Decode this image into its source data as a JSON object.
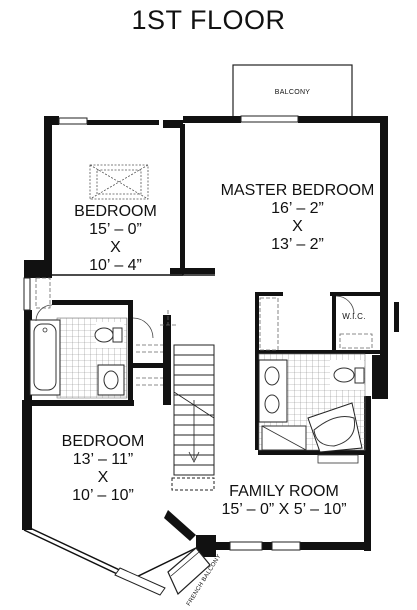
{
  "title": "1ST FLOOR",
  "rooms": {
    "balcony": "BALCONY",
    "master": {
      "name": "MASTER BEDROOM",
      "dim1": "16’ – 2”",
      "x": "X",
      "dim2": "13’ – 2”"
    },
    "bedroom_top": {
      "name": "BEDROOM",
      "dim1": "15’ – 0”",
      "x": "X",
      "dim2": "10’ – 4”"
    },
    "bedroom_bottom": {
      "name": "BEDROOM",
      "dim1": "13’ – 11”",
      "x": "X",
      "dim2": "10’ – 10”"
    },
    "family": {
      "name": "FAMILY ROOM",
      "dims": "15’ – 0” X 5’ – 10”"
    },
    "wic": "W.I.C.",
    "french_balcony": "FRENCH BALCONY"
  },
  "colors": {
    "wall": "#111111",
    "line": "#222222",
    "fixture": "#555555",
    "tile": "#999999"
  }
}
